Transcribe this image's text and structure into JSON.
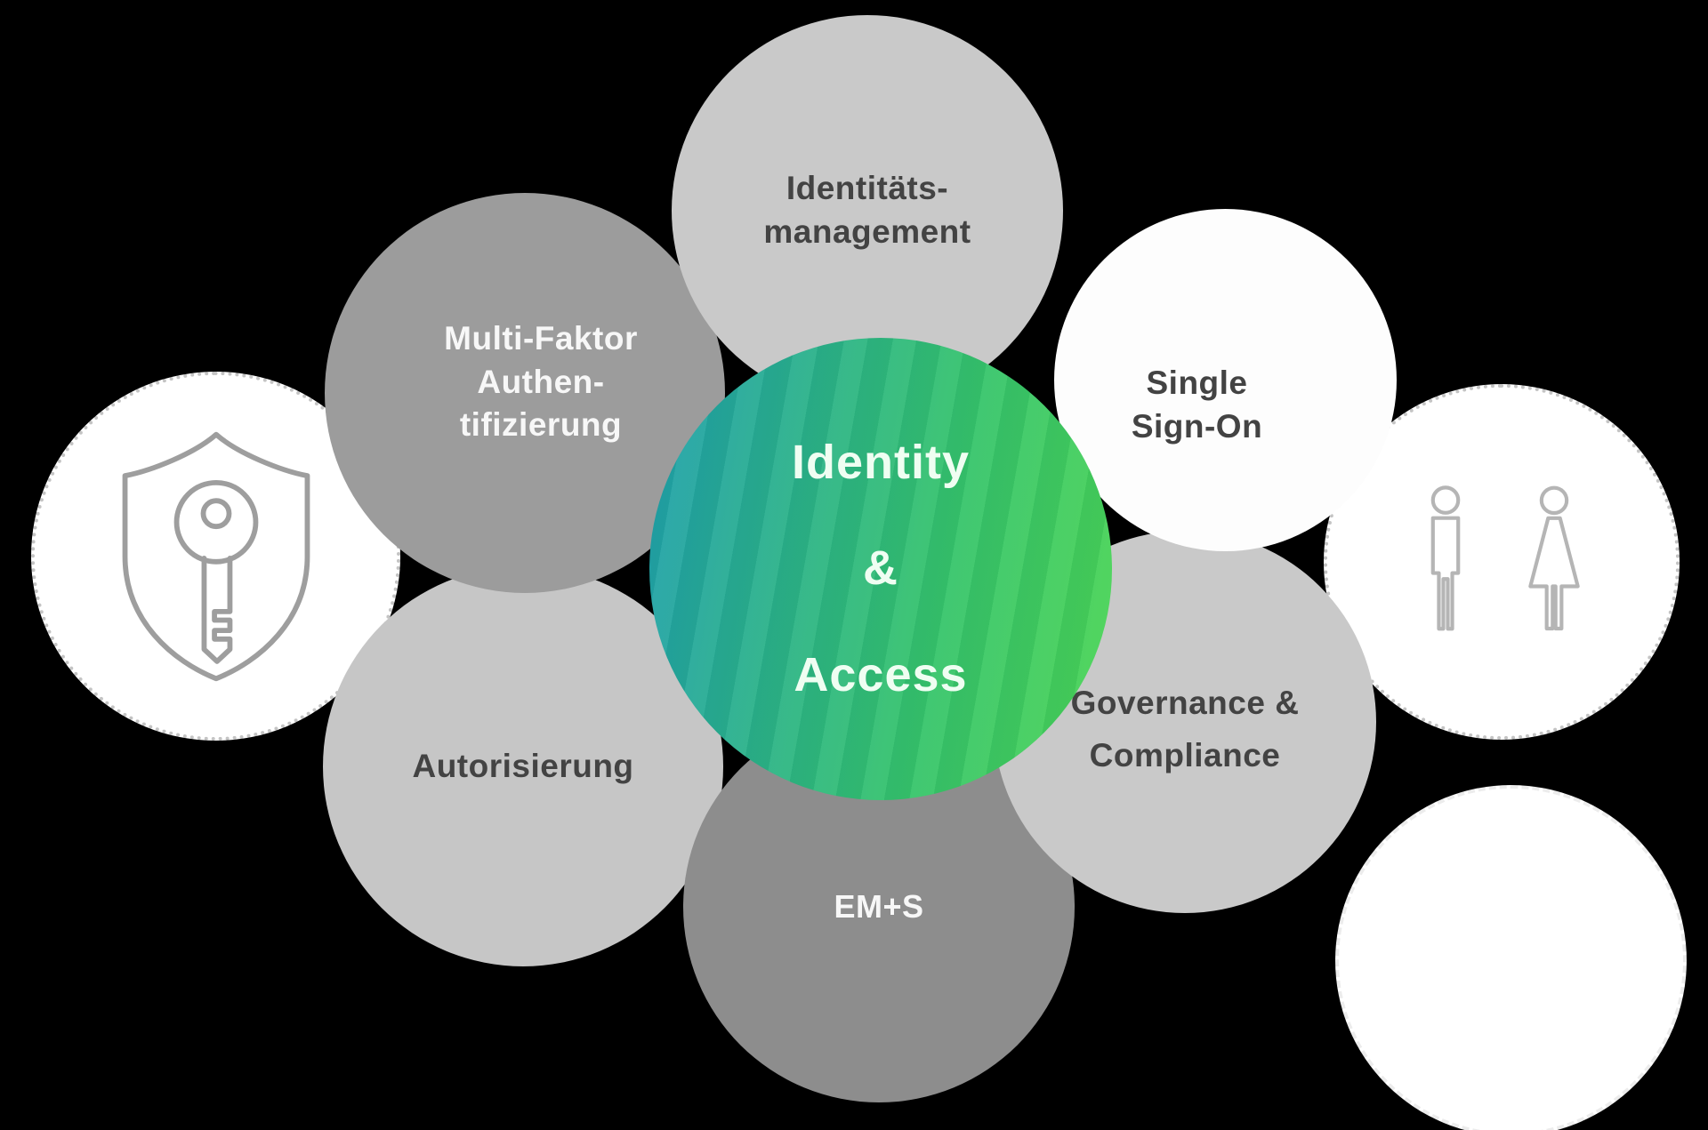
{
  "title": "Identity & Access Diagramm",
  "colors": {
    "background": "#000000",
    "node_light_gray": "#c9c9c9",
    "node_medium_gray": "#9c9c9c",
    "node_dark_gray": "#8d8d8d",
    "node_white": "#ffffff",
    "center_teal": "#1f9fae",
    "center_green": "#4cd653",
    "text_dark": "#434343",
    "text_light": "#f7f7f7",
    "dotted_border": "#c4c4c4",
    "icon_stroke": "#9e9e9e"
  },
  "center": {
    "lines": [
      "Identity",
      "&",
      "Access"
    ]
  },
  "nodes": [
    {
      "id": "identity-management",
      "lines": [
        "Identitäts-",
        "management"
      ]
    },
    {
      "id": "multi-factor-auth",
      "lines": [
        "Multi-Faktor",
        "Authen-",
        "tifizierung"
      ]
    },
    {
      "id": "single-sign-on",
      "lines": [
        "Single",
        "Sign-On"
      ]
    },
    {
      "id": "autorisierung",
      "lines": [
        "Autorisierung"
      ]
    },
    {
      "id": "governance-compliance",
      "lines": [
        "Governance &",
        "Compliance"
      ]
    },
    {
      "id": "em-s",
      "lines": [
        "EM+S"
      ]
    }
  ],
  "icons": [
    {
      "name": "shield-key-icon"
    },
    {
      "name": "man-woman-icon"
    }
  ]
}
